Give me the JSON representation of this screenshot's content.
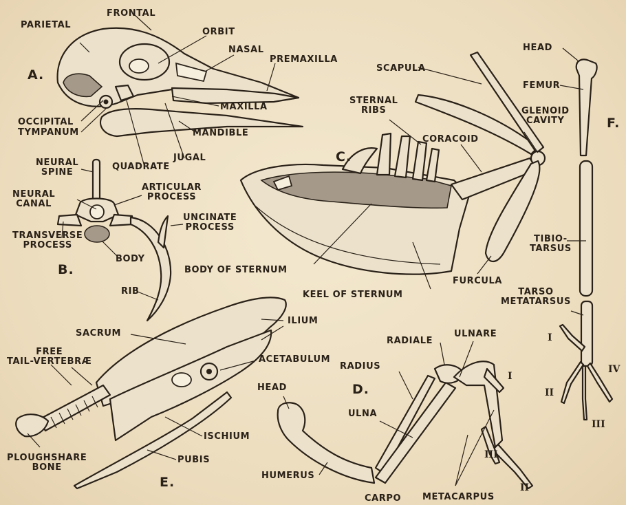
{
  "sections": {
    "a": "A.",
    "b": "B.",
    "c": "C.",
    "d": "D.",
    "e": "E.",
    "f": "F."
  },
  "skull": {
    "parietal": "PARIETAL",
    "frontal": "FRONTAL",
    "orbit": "ORBIT",
    "nasal": "NASAL",
    "premaxilla": "PREMAXILLA",
    "maxilla": "MAXILLA",
    "occipital": "OCCIPITAL",
    "tympanum": "TYMPANUM",
    "mandible": "MANDIBLE",
    "jugal": "JUGAL",
    "quadrate": "QUADRATE"
  },
  "vertebra": {
    "neural_spine": [
      "NEURAL",
      "SPINE"
    ],
    "neural_canal": [
      "NEURAL",
      "CANAL"
    ],
    "articular_process": [
      "ARTICULAR",
      "PROCESS"
    ],
    "uncinate_process": [
      "UNCINATE",
      "PROCESS"
    ],
    "transverse_process": [
      "TRANSVERSE",
      "PROCESS"
    ],
    "body": "BODY",
    "rib": "RIB"
  },
  "sternum": {
    "scapula": "SCAPULA",
    "sternal_ribs": [
      "STERNAL",
      "RIBS"
    ],
    "glenoid_cavity": [
      "GLENOID",
      "CAVITY"
    ],
    "coracoid": "CORACOID",
    "body_of_sternum": "BODY OF STERNUM",
    "keel_of_sternum": "KEEL OF STERNUM",
    "furcula": "FURCULA"
  },
  "leg": {
    "head": "HEAD",
    "femur": "FEMUR",
    "tibiotarsus": [
      "TIBIO-",
      "TARSUS"
    ],
    "tarsometatarsus": [
      "TARSO",
      "METATARSUS"
    ],
    "digits": [
      "I",
      "II",
      "III",
      "IV"
    ]
  },
  "pelvis": {
    "sacrum": "SACRUM",
    "ilium": "ILIUM",
    "free_tail_vertebrae": [
      "FREE",
      "TAIL-VERTEBRÆ"
    ],
    "acetabulum": "ACETABULUM",
    "ischium": "ISCHIUM",
    "pubis": "PUBIS",
    "ploughshare_bone": [
      "PLOUGHSHARE",
      "BONE"
    ]
  },
  "wing": {
    "radiale": "RADIALE",
    "ulnare": "ULNARE",
    "radius": "RADIUS",
    "head": "HEAD",
    "ulna": "ULNA",
    "humerus": "HUMERUS",
    "carpo": "CARPO",
    "metacarpus": "METACARPUS",
    "digits": [
      "I",
      "II",
      "III"
    ]
  }
}
